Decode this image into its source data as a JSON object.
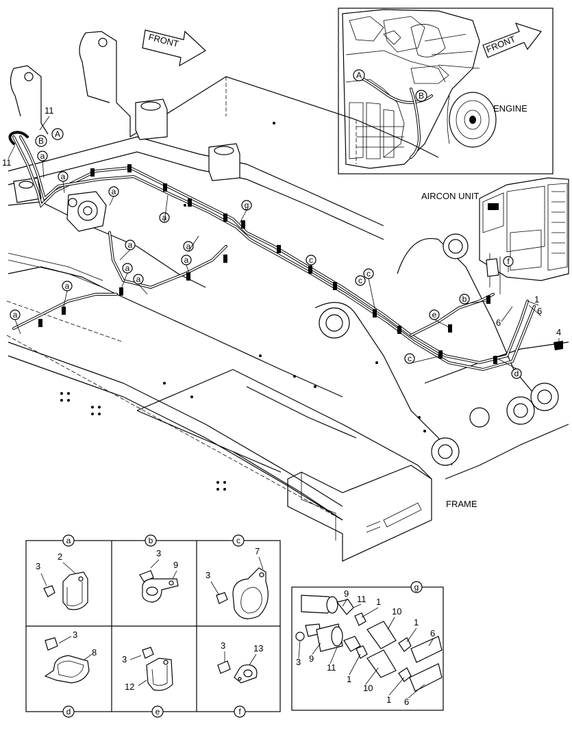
{
  "labels": {
    "front_1": "FRONT",
    "front_2": "FRONT",
    "engine": "ENGINE",
    "aircon_unit": "AIRCON UNIT",
    "frame": "FRAME"
  },
  "main_callouts": {
    "n11_top": "11",
    "n11_left": "11",
    "A_top": "A",
    "B_top": "B",
    "A_engine": "A",
    "B_engine": "B",
    "n1": "1",
    "n6a": "6",
    "n6b": "6",
    "n4": "4",
    "letters": [
      "a",
      "a",
      "a",
      "a",
      "a",
      "a",
      "a",
      "a",
      "a",
      "a",
      "a",
      "g",
      "c",
      "c",
      "c",
      "c",
      "e",
      "f",
      "b",
      "d"
    ]
  },
  "details": {
    "a": {
      "letter": "a",
      "parts": [
        "3",
        "2"
      ]
    },
    "b": {
      "letter": "b",
      "parts": [
        "3",
        "9"
      ]
    },
    "c": {
      "letter": "c",
      "parts": [
        "3",
        "7"
      ]
    },
    "d": {
      "letter": "d",
      "parts": [
        "3",
        "8"
      ]
    },
    "e": {
      "letter": "e",
      "parts": [
        "3",
        "12"
      ]
    },
    "f": {
      "letter": "f",
      "parts": [
        "3",
        "13"
      ]
    },
    "g": {
      "letter": "g",
      "parts": [
        "9",
        "11",
        "1",
        "10",
        "1",
        "6",
        "3",
        "9",
        "11",
        "1",
        "10",
        "1",
        "6"
      ]
    }
  }
}
